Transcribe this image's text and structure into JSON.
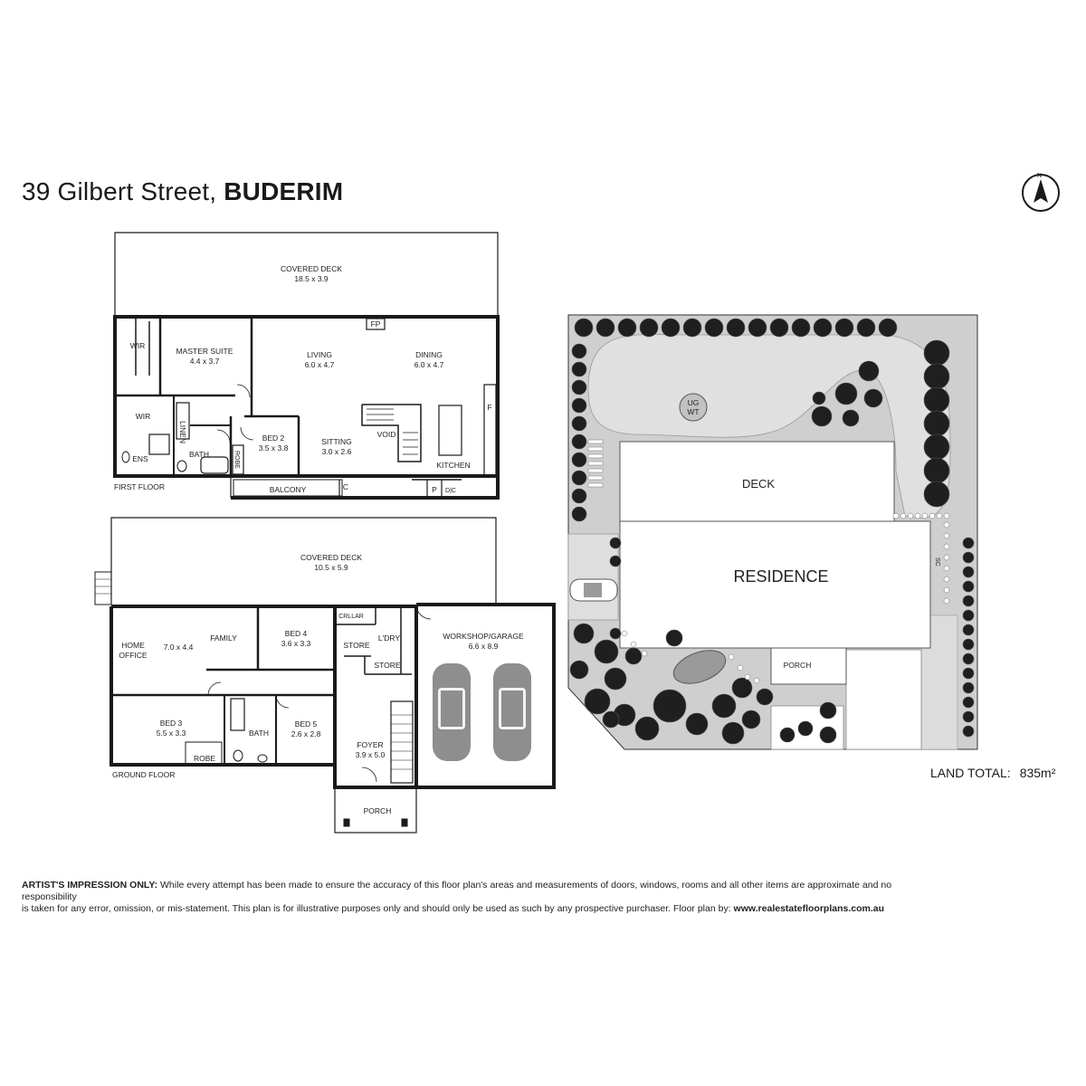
{
  "title": {
    "street": "39 Gilbert Street,",
    "suburb": "BUDERIM"
  },
  "compass": {
    "letter": "N",
    "icon": "north-arrow-icon"
  },
  "first_floor": {
    "label": "FIRST FLOOR",
    "rooms": {
      "covered_deck": {
        "name": "COVERED DECK",
        "size": "18.5 x 3.9"
      },
      "wir_top": {
        "name": "WIR"
      },
      "master_suite": {
        "name": "MASTER SUITE",
        "size": "4.4 x 3.7"
      },
      "living": {
        "name": "LIVING",
        "size": "6.0 x 4.7"
      },
      "dining": {
        "name": "DINING",
        "size": "6.0 x 4.7"
      },
      "fp": {
        "name": "FP"
      },
      "wir": {
        "name": "WIR"
      },
      "linen": {
        "name": "LINEN"
      },
      "ens": {
        "name": "ENS"
      },
      "bath": {
        "name": "BATH"
      },
      "robe": {
        "name": "ROBE"
      },
      "bed2": {
        "name": "BED 2",
        "size": "3.5 x 3.8"
      },
      "sitting": {
        "name": "SITTING",
        "size": "3.0 x 2.6"
      },
      "void": {
        "name": "VOID"
      },
      "kitchen": {
        "name": "KITCHEN"
      },
      "f": {
        "name": "F"
      },
      "balcony": {
        "name": "BALCONY"
      },
      "c": {
        "name": "C"
      },
      "p": {
        "name": "P"
      },
      "dw": {
        "name": "D|C"
      }
    }
  },
  "ground_floor": {
    "label": "GROUND FLOOR",
    "rooms": {
      "covered_deck": {
        "name": "COVERED DECK",
        "size": "10.5 x 5.9"
      },
      "home_office": {
        "name1": "HOME",
        "name2": "OFFICE"
      },
      "family": {
        "name": "FAMILY",
        "size": "7.0 x 4.4"
      },
      "bed4": {
        "name": "BED 4",
        "size": "3.6 x 3.3"
      },
      "crllar": {
        "name": "CRLLAR"
      },
      "store1": {
        "name": "STORE"
      },
      "ldry": {
        "name": "L'DRY"
      },
      "store2": {
        "name": "STORE"
      },
      "garage": {
        "name": "WORKSHOP/GARAGE",
        "size": "6.6 x 8.9"
      },
      "bed3": {
        "name": "BED 3",
        "size": "5.5 x 3.3"
      },
      "robe": {
        "name": "ROBE"
      },
      "bath": {
        "name": "BATH"
      },
      "bed5": {
        "name": "BED 5",
        "size": "2.6 x 2.8"
      },
      "foyer": {
        "name": "FOYER",
        "size": "3.9 x 5.0"
      },
      "porch": {
        "name": "PORCH"
      }
    }
  },
  "site_plan": {
    "deck": "DECK",
    "residence": "RESIDENCE",
    "porch": "PORCH",
    "ug_wt_1": "UG",
    "ug_wt_2": "WT",
    "sc": "SC",
    "land_label": "LAND TOTAL:",
    "land_value": "835m²"
  },
  "disclaimer": {
    "lead": "ARTIST'S IMPRESSION ONLY:",
    "line1": " While every attempt has been made to ensure the accuracy of this floor plan's areas and measurements of doors, windows, rooms and all other items are approximate and no responsibility",
    "line2": "is taken for any error, omission, or mis-statement. This plan is for illustrative purposes only and should only be used as such by any prospective purchaser. Floor plan by: ",
    "url": "www.realestatefloorplans.com.au"
  },
  "colors": {
    "wall": "#1a1a1a",
    "tree": "#1f1f1f",
    "garden": "#c9c9c9",
    "driveway": "#d4d4d4"
  }
}
